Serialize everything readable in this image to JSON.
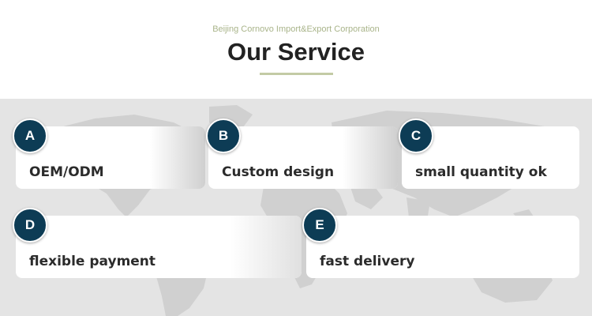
{
  "header": {
    "company": "Beijing Cornovo Import&Export Corporation",
    "title": "Our Service"
  },
  "services": [
    {
      "letter": "A",
      "label": "OEM/ODM"
    },
    {
      "letter": "B",
      "label": "Custom design"
    },
    {
      "letter": "C",
      "label": "small quantity ok"
    },
    {
      "letter": "D",
      "label": "flexible payment"
    },
    {
      "letter": "E",
      "label": "fast delivery"
    }
  ],
  "colors": {
    "badge": "#0d3c55",
    "accent": "#c3cba5",
    "company_text": "#a9b48a",
    "map_background": "#e4e4e4",
    "map_land": "#d0d0d0"
  }
}
